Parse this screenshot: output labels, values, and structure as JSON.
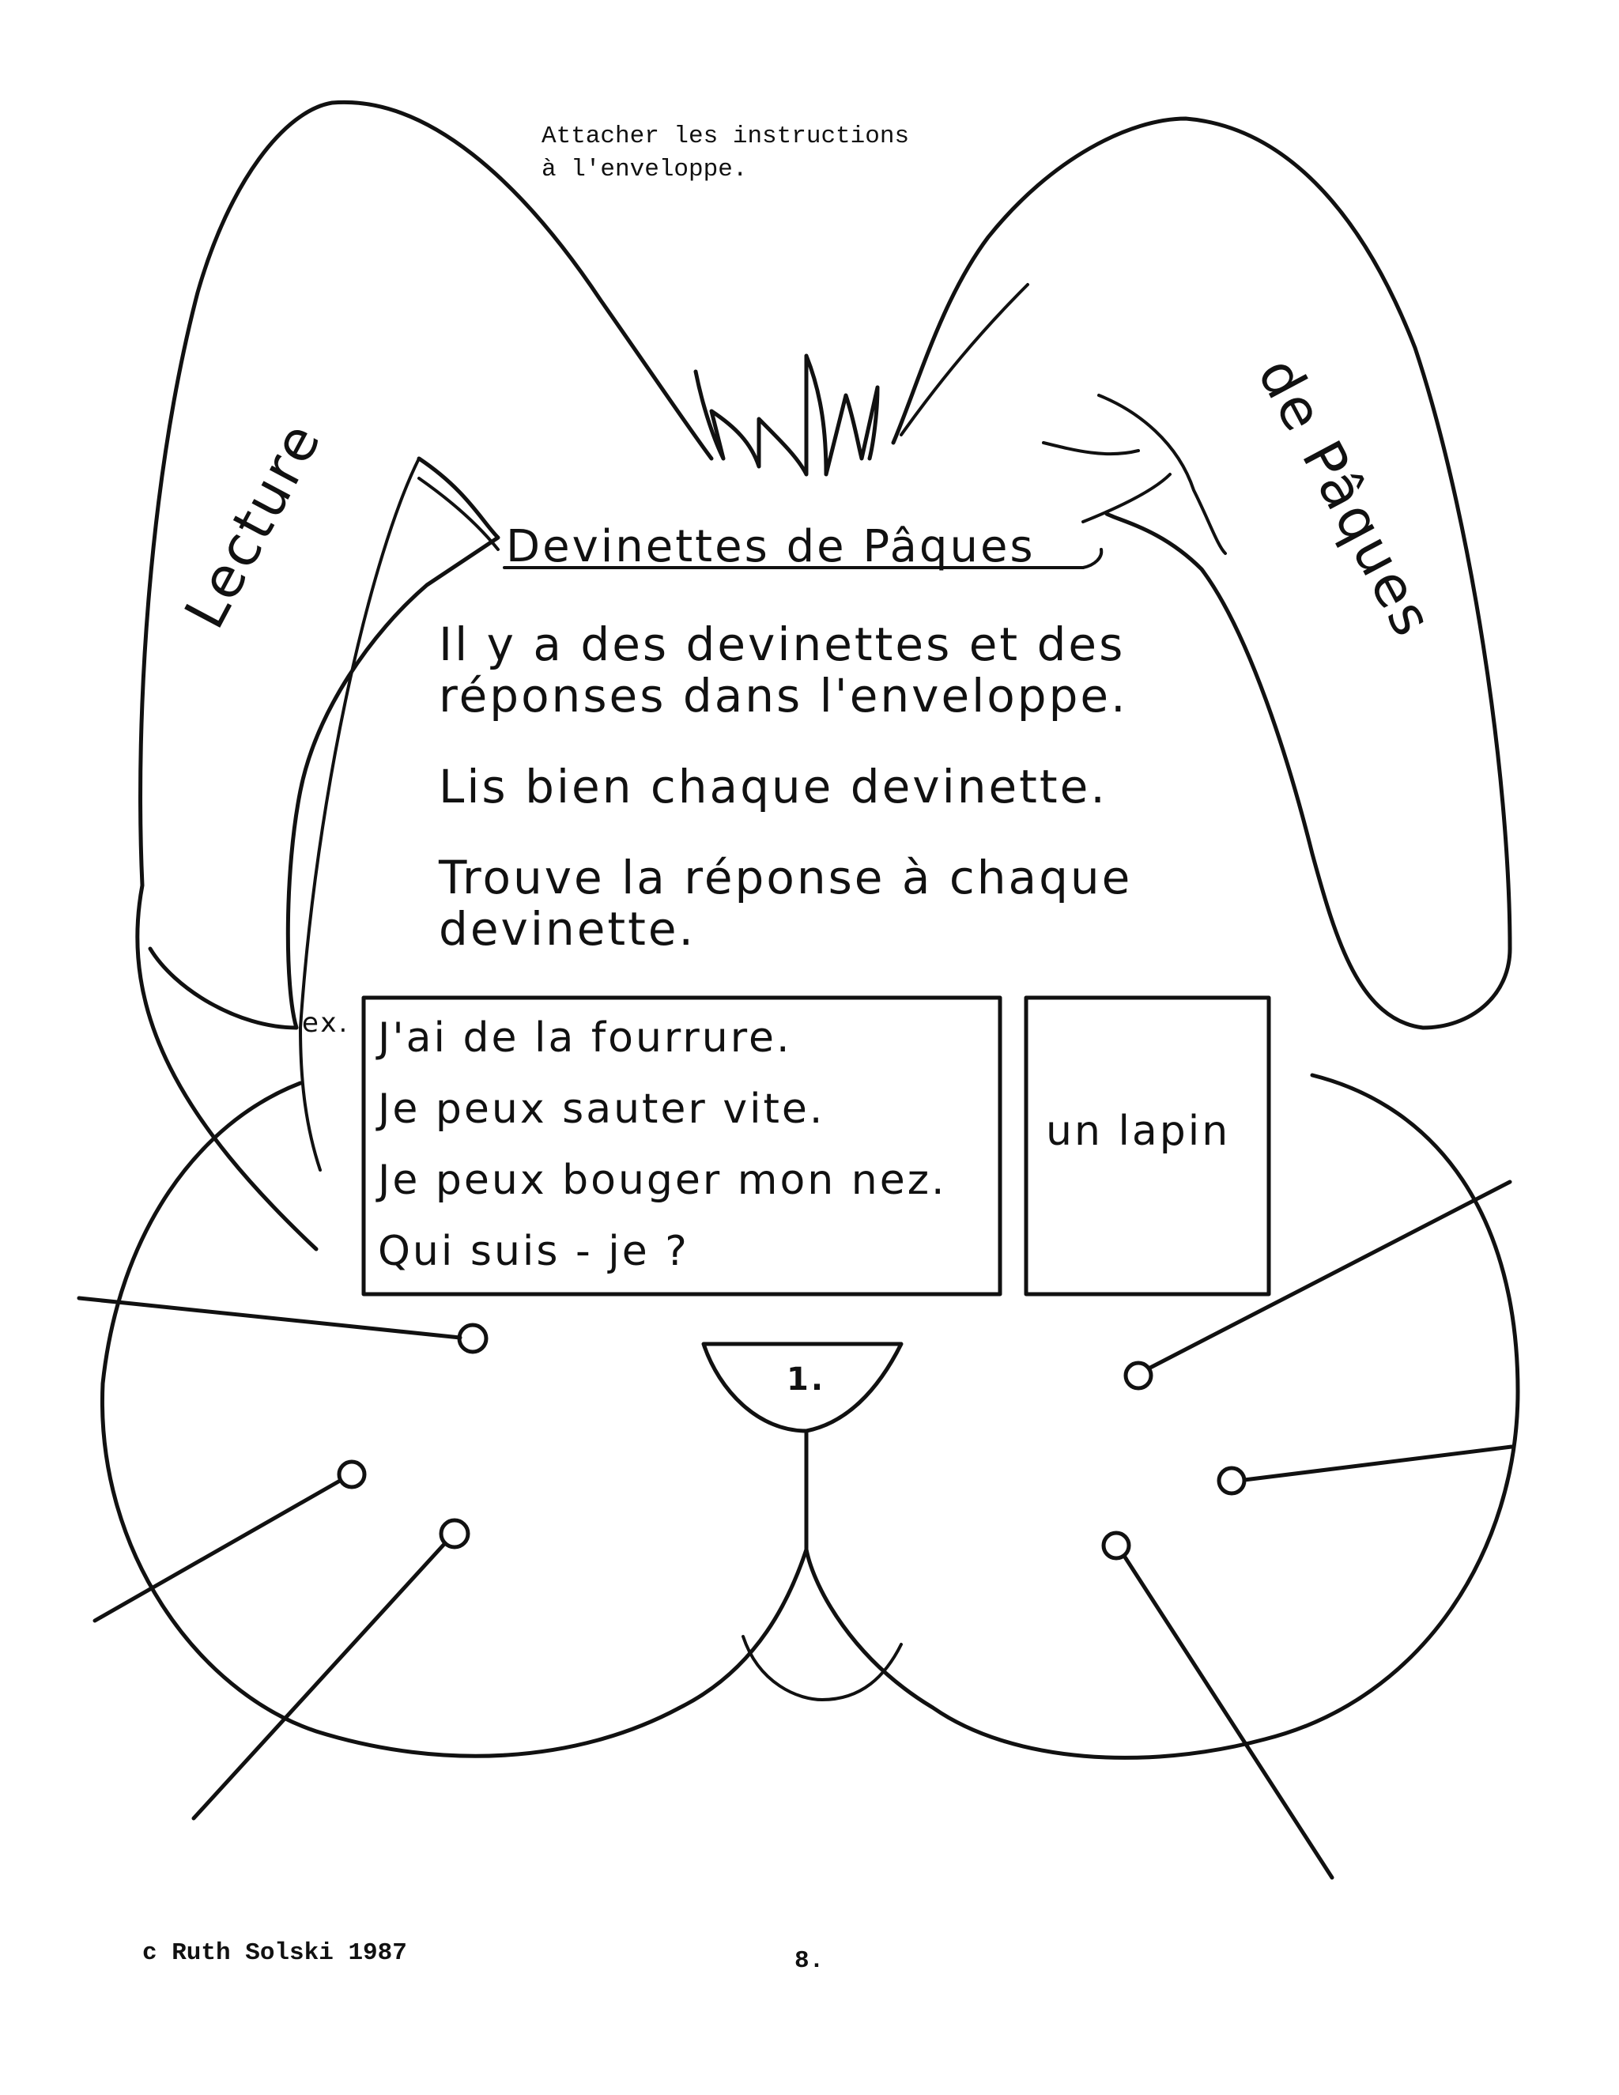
{
  "note": {
    "line1": "Attacher les instructions",
    "line2": "à l'enveloppe."
  },
  "ears": {
    "left_label": "Lecture",
    "right_label": "de Pâques"
  },
  "title": "Devinettes de Pâques",
  "instructions": [
    "Il y a des devinettes et des",
    "réponses  dans l'enveloppe.",
    "Lis bien chaque devinette.",
    "Trouve la réponse à chaque",
    "devinette."
  ],
  "example": {
    "marker": "ex.",
    "riddle_lines": [
      "J'ai de la fourrure.",
      "Je peux sauter vite.",
      "Je peux bouger mon nez.",
      "Qui suis - je ?"
    ],
    "answer": "un lapin"
  },
  "nose_number": "1.",
  "footer": {
    "copyright": "c Ruth Solski 1987",
    "page_number": "8."
  }
}
